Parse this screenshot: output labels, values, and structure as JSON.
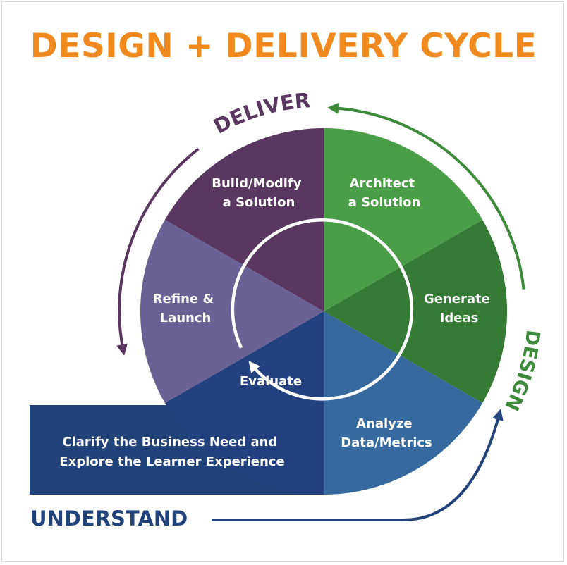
{
  "title": "DESIGN + DELIVERY CYCLE",
  "phases": {
    "deliver": "DELIVER",
    "design": "DESIGN",
    "understand": "UNDERSTAND"
  },
  "segments": {
    "build": [
      "Build/Modify",
      "a Solution"
    ],
    "architect": [
      "Architect",
      "a Solution"
    ],
    "refine": [
      "Refine &",
      "Launch"
    ],
    "generate": [
      "Generate",
      "Ideas"
    ],
    "evaluate": [
      "Evaluate"
    ],
    "analyze": [
      "Analyze",
      "Data/Metrics"
    ]
  },
  "clarify": [
    "Clarify the Business Need and",
    "Explore the Learner Experience"
  ],
  "colors": {
    "title": "#f08a1e",
    "deliver": "#5a3760",
    "design": "#3c8a3a",
    "understand": "#22427a",
    "build": "#5a3760",
    "refine": "#6a6294",
    "architect": "#4b9e48",
    "generate": "#357a35",
    "evaluate": "#23417e",
    "analyze": "#366a9f",
    "clarify": "#22427a"
  }
}
